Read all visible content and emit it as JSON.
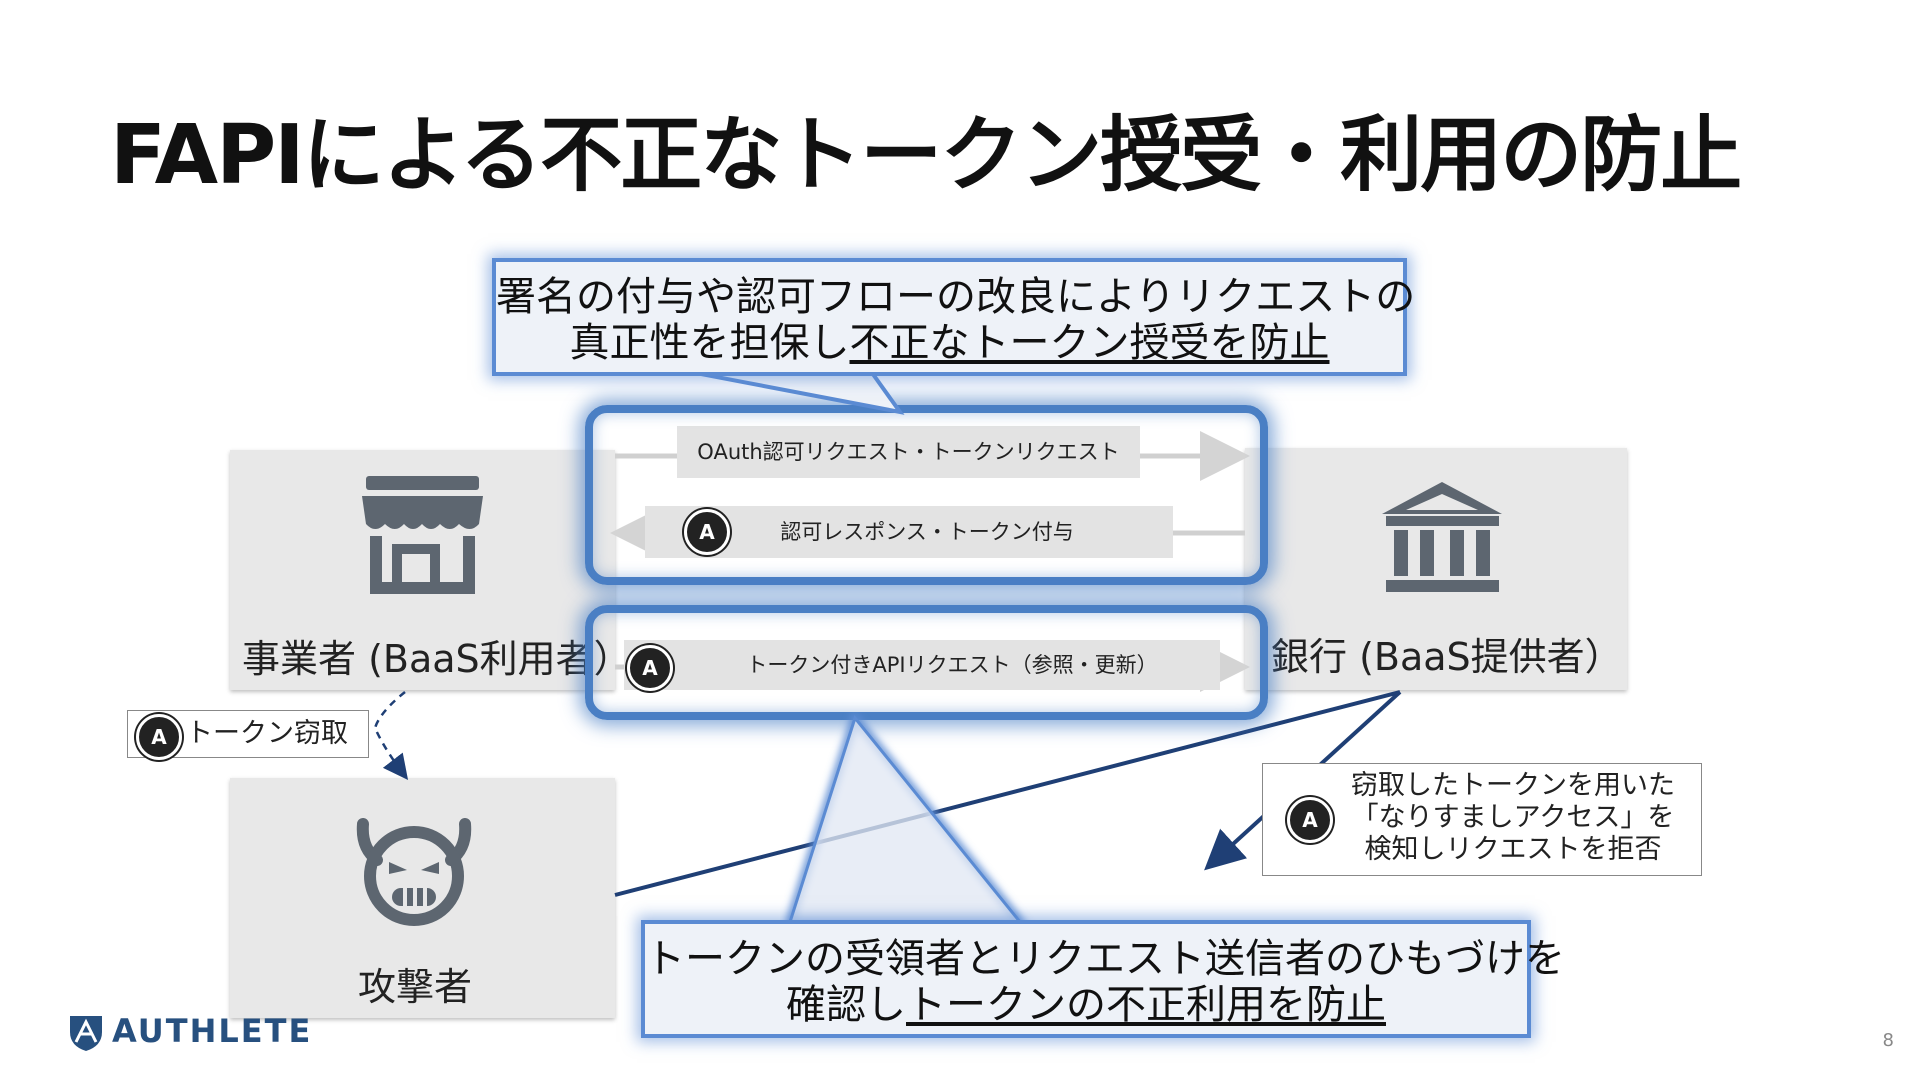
{
  "slide": {
    "title": "FAPIによる不正なトークン授受・利用の防止",
    "page_number": "8"
  },
  "callout_top": {
    "line1": "署名の付与や認可フローの改良によりリクエストの",
    "line2_plain": "真正性を担保し",
    "line2_underlined": "不正なトークン授受を防止"
  },
  "callout_bottom": {
    "line1": "トークンの受領者とリクエスト送信者のひもづけを",
    "line2_plain": "確認し",
    "line2_underlined": "トークンの不正利用を防止"
  },
  "flows": {
    "auth_request": "OAuth認可リクエスト・トークンリクエスト",
    "auth_response": "認可レスポンス・トークン付与",
    "api_request": "トークン付きAPIリクエスト（参照・更新）"
  },
  "actors": {
    "business": {
      "label": "事業者 (BaaS利用者）",
      "icon": "storefront-icon"
    },
    "bank": {
      "label": "銀行 (BaaS提供者）",
      "icon": "bank-icon"
    },
    "attacker": {
      "label": "攻撃者",
      "icon": "devil-face-icon"
    }
  },
  "notes": {
    "token_theft": "トークン窃取",
    "rejection_line1": "窃取したトークンを用いた",
    "rejection_line2": "「なりすましアクセス」を",
    "rejection_line3": "検知しリクエストを拒否"
  },
  "brand": {
    "logo_text": "AUTHLETE",
    "logo_icon": "authlete-shield-icon",
    "badge_icon": "authlete-badge-icon",
    "accent_color": "#4a7fc4",
    "arrow_color": "#1f3f75"
  }
}
